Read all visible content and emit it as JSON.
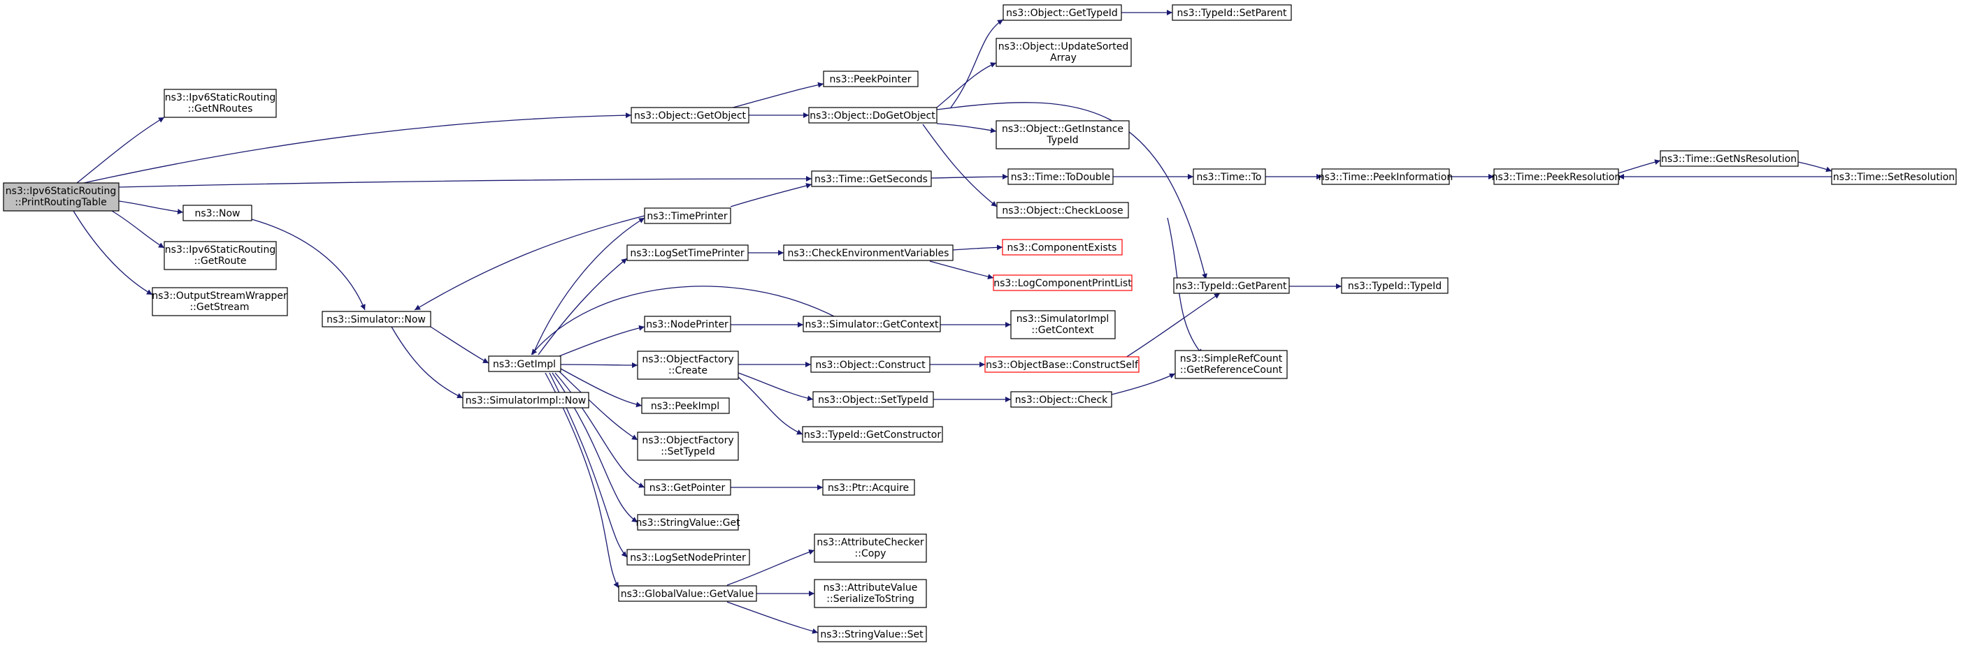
{
  "colors": {
    "edge": "#191970",
    "root_fill": "#bfbfbf",
    "red_border": "#ff0000"
  },
  "nodes": {
    "root": [
      "ns3::Ipv6StaticRouting",
      "::PrintRoutingTable"
    ],
    "getnroutes": [
      "ns3::Ipv6StaticRouting",
      "::GetNRoutes"
    ],
    "now": [
      "ns3::Now"
    ],
    "getroute": [
      "ns3::Ipv6StaticRouting",
      "::GetRoute"
    ],
    "getstream": [
      "ns3::OutputStreamWrapper",
      "::GetStream"
    ],
    "simnow": [
      "ns3::Simulator::Now"
    ],
    "getimpl": [
      "ns3::GetImpl"
    ],
    "simimplnow": [
      "ns3::SimulatorImpl::Now"
    ],
    "getobject": [
      "ns3::Object::GetObject"
    ],
    "peekpointer": [
      "ns3::PeekPointer"
    ],
    "dogetobject": [
      "ns3::Object::DoGetObject"
    ],
    "gettypeid": [
      "ns3::Object::GetTypeId"
    ],
    "setparent": [
      "ns3::TypeId::SetParent"
    ],
    "updatesorted": [
      "ns3::Object::UpdateSorted",
      "Array"
    ],
    "getinstance": [
      "ns3::Object::GetInstance",
      "TypeId"
    ],
    "checkloose": [
      "ns3::Object::CheckLoose"
    ],
    "getseconds": [
      "ns3::Time::GetSeconds"
    ],
    "todouble": [
      "ns3::Time::ToDouble"
    ],
    "to": [
      "ns3::Time::To"
    ],
    "peekinfo": [
      "ns3::Time::PeekInformation"
    ],
    "peekres": [
      "ns3::Time::PeekResolution"
    ],
    "getnsres": [
      "ns3::Time::GetNsResolution"
    ],
    "setres": [
      "ns3::Time::SetResolution"
    ],
    "timeprinter": [
      "ns3::TimePrinter"
    ],
    "logsettime": [
      "ns3::LogSetTimePrinter"
    ],
    "checkenv": [
      "ns3::CheckEnvironmentVariables"
    ],
    "compexists": [
      "ns3::ComponentExists"
    ],
    "logcomplist": [
      "ns3::LogComponentPrintList"
    ],
    "typeidgetparent": [
      "ns3::TypeId::GetParent"
    ],
    "typeidtypeid": [
      "ns3::TypeId::TypeId"
    ],
    "nodeprinter": [
      "ns3::NodePrinter"
    ],
    "simgetcontext": [
      "ns3::Simulator::GetContext"
    ],
    "simimplgetcontext": [
      "ns3::SimulatorImpl",
      "::GetContext"
    ],
    "ofcreate": [
      "ns3::ObjectFactory",
      "::Create"
    ],
    "construct": [
      "ns3::Object::Construct"
    ],
    "constructself": [
      "ns3::ObjectBase::ConstructSelf"
    ],
    "refcount": [
      "ns3::SimpleRefCount",
      "::GetReferenceCount"
    ],
    "settypeid": [
      "ns3::Object::SetTypeId"
    ],
    "check": [
      "ns3::Object::Check"
    ],
    "getconstructor": [
      "ns3::TypeId::GetConstructor"
    ],
    "peekimpl": [
      "ns3::PeekImpl"
    ],
    "ofsettypeid": [
      "ns3::ObjectFactory",
      "::SetTypeId"
    ],
    "getpointer": [
      "ns3::GetPointer"
    ],
    "acquire": [
      "ns3::Ptr::Acquire"
    ],
    "svget": [
      "ns3::StringValue::Get"
    ],
    "logsetnode": [
      "ns3::LogSetNodePrinter"
    ],
    "gvgetvalue": [
      "ns3::GlobalValue::GetValue"
    ],
    "accopy": [
      "ns3::AttributeChecker",
      "::Copy"
    ],
    "avser": [
      "ns3::AttributeValue",
      "::SerializeToString"
    ],
    "svset": [
      "ns3::StringValue::Set"
    ]
  }
}
